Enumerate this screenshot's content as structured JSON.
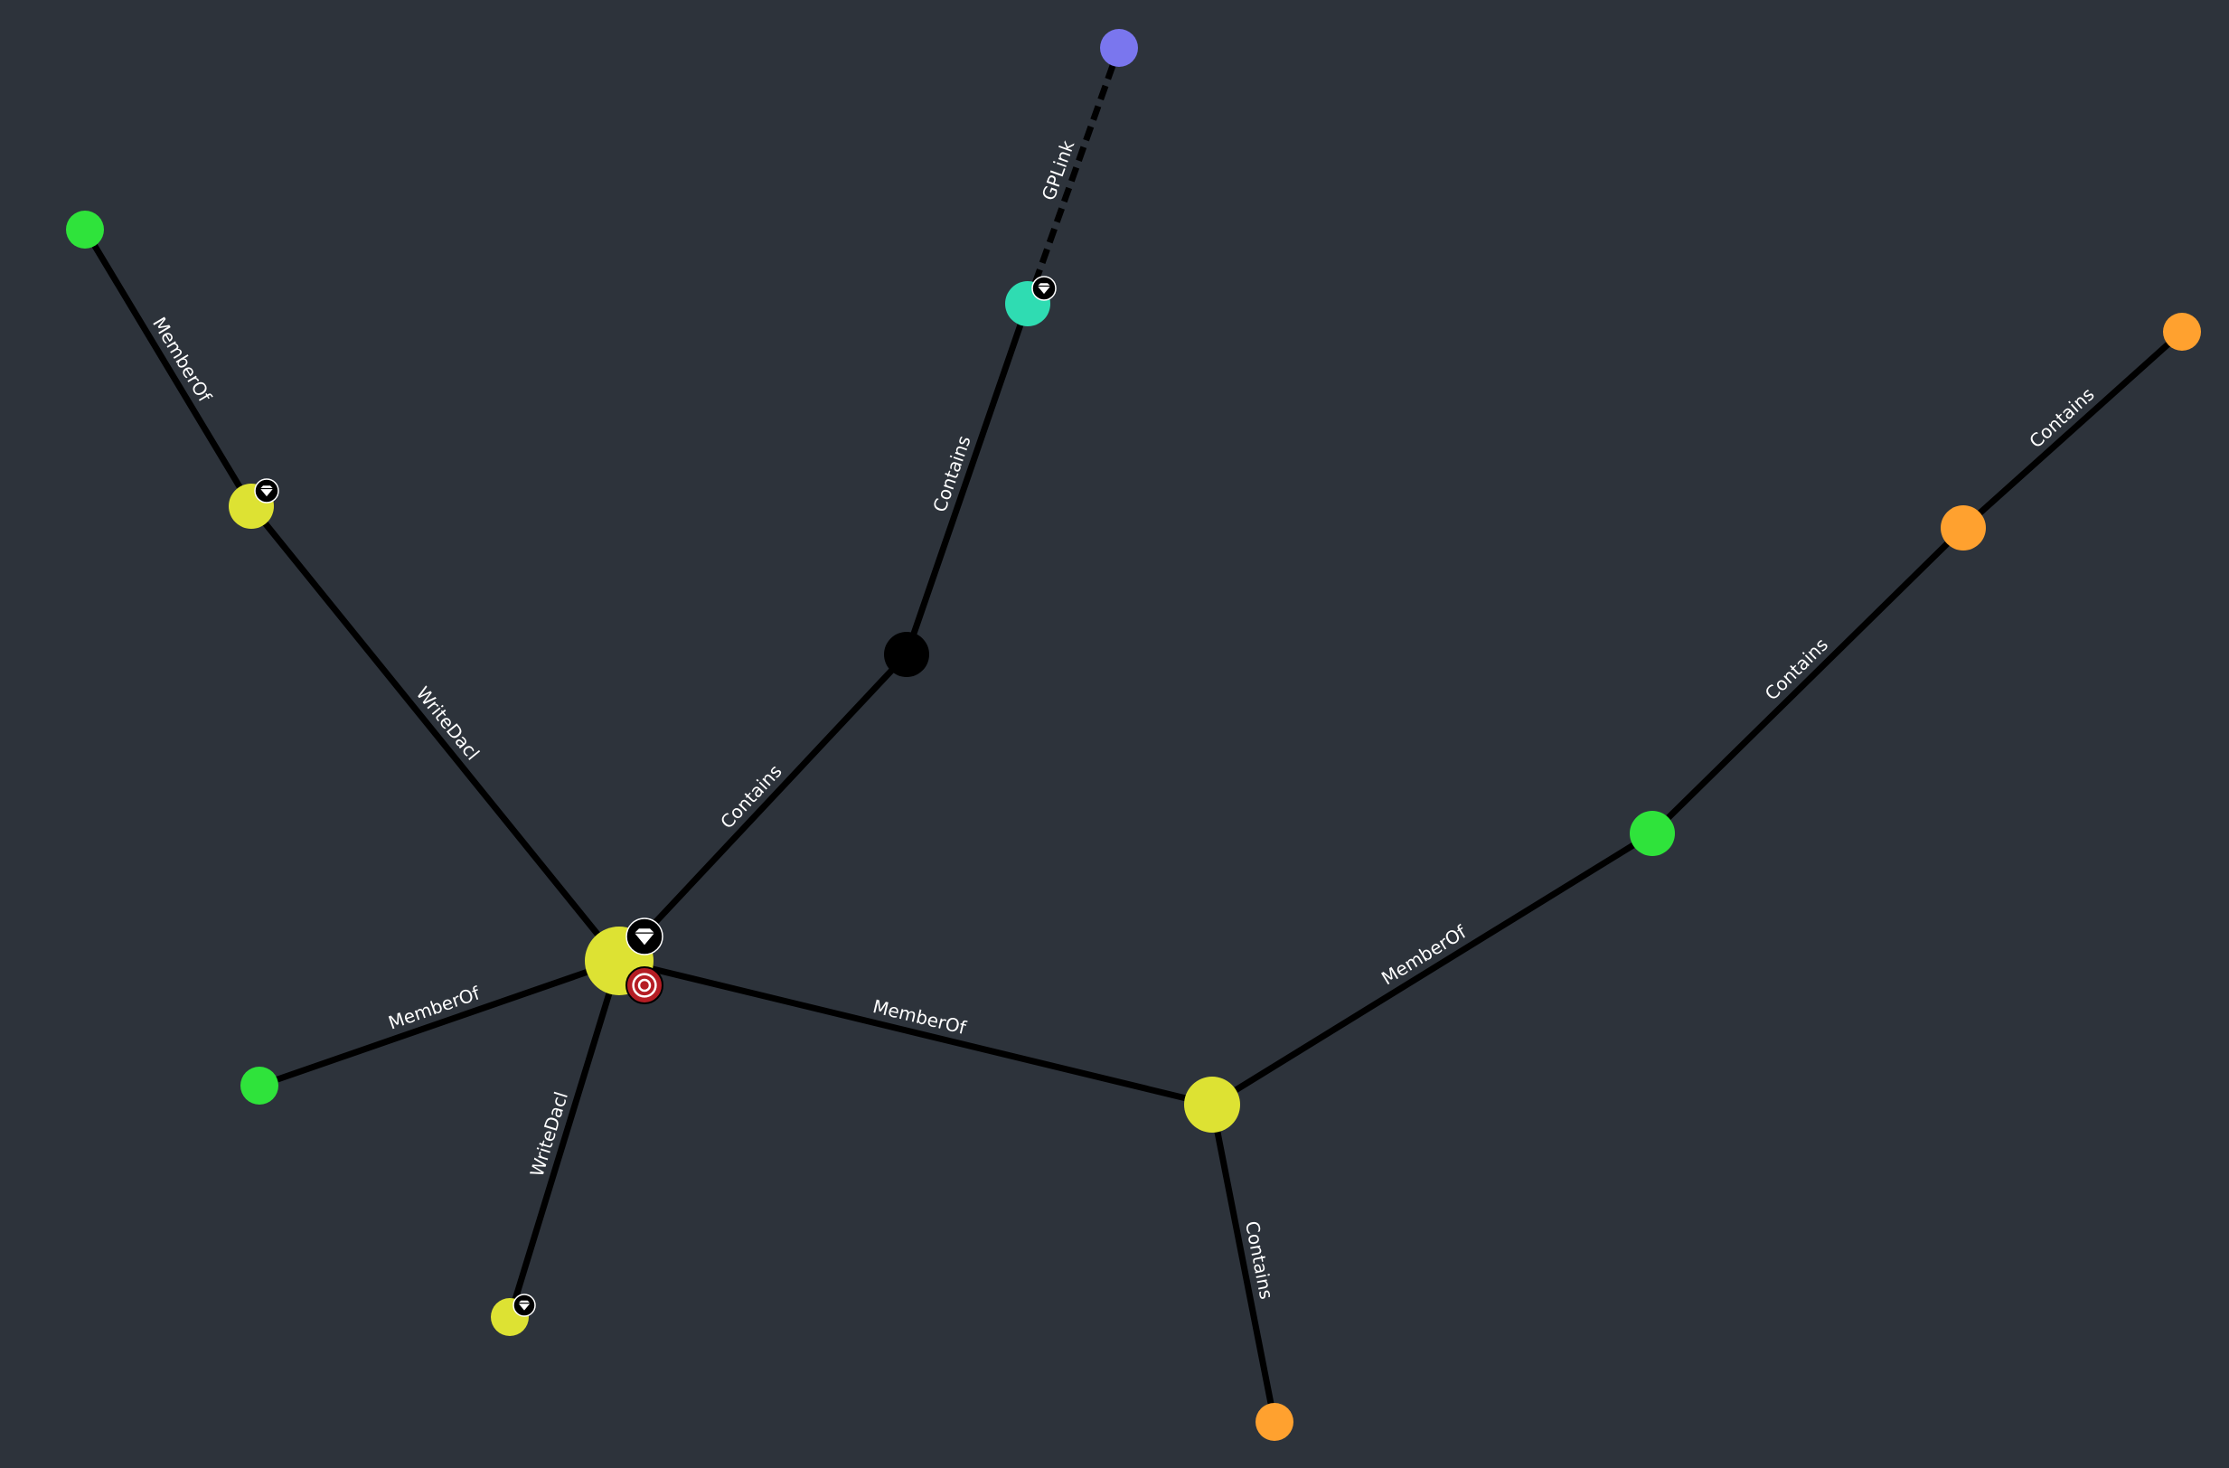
{
  "colors": {
    "background": "#2d333b",
    "edge": "#000000",
    "label": "#ffffff",
    "group": "#dde233",
    "user": "#2fe33b",
    "ou": "#ffa12f",
    "gpo": "#7a76ee",
    "container": "#2fdcb2",
    "domain": "#000000",
    "badge_bg": "#000000",
    "badge_fg": "#ffffff",
    "target_bg": "#b51d24"
  },
  "nodes": [
    {
      "id": "n_gpo",
      "type": "gpo",
      "badges": []
    },
    {
      "id": "n_user_tl",
      "type": "user",
      "badges": []
    },
    {
      "id": "n_container",
      "type": "container",
      "badges": [
        "highvalue-icon"
      ]
    },
    {
      "id": "n_ou_tr",
      "type": "ou",
      "badges": []
    },
    {
      "id": "n_group_left",
      "type": "group",
      "badges": [
        "highvalue-icon"
      ]
    },
    {
      "id": "n_ou_right",
      "type": "ou",
      "badges": []
    },
    {
      "id": "n_domain",
      "type": "domain",
      "badges": []
    },
    {
      "id": "n_user_right",
      "type": "user",
      "badges": []
    },
    {
      "id": "n_group_center",
      "type": "group",
      "badges": [
        "highvalue-icon",
        "target-icon"
      ]
    },
    {
      "id": "n_user_bl",
      "type": "user",
      "badges": []
    },
    {
      "id": "n_group_right",
      "type": "group",
      "badges": []
    },
    {
      "id": "n_group_bottom",
      "type": "group",
      "badges": [
        "highvalue-icon"
      ]
    },
    {
      "id": "n_ou_bottom",
      "type": "ou",
      "badges": []
    }
  ],
  "edges": [
    {
      "from": "n_container",
      "to": "n_gpo",
      "label": "GPLink",
      "dashed": true
    },
    {
      "from": "n_group_left",
      "to": "n_user_tl",
      "label": "MemberOf",
      "dashed": false
    },
    {
      "from": "n_domain",
      "to": "n_container",
      "label": "Contains",
      "dashed": false
    },
    {
      "from": "n_ou_right",
      "to": "n_ou_tr",
      "label": "Contains",
      "dashed": false
    },
    {
      "from": "n_group_center",
      "to": "n_group_left",
      "label": "WriteDacl",
      "dashed": false
    },
    {
      "from": "n_user_right",
      "to": "n_ou_right",
      "label": "Contains",
      "dashed": false
    },
    {
      "from": "n_group_center",
      "to": "n_domain",
      "label": "Contains",
      "dashed": false
    },
    {
      "from": "n_group_right",
      "to": "n_user_right",
      "label": "MemberOf",
      "dashed": false
    },
    {
      "from": "n_group_center",
      "to": "n_user_bl",
      "label": "MemberOf",
      "dashed": false
    },
    {
      "from": "n_group_center",
      "to": "n_group_right",
      "label": "MemberOf",
      "dashed": false
    },
    {
      "from": "n_group_center",
      "to": "n_group_bottom",
      "label": "WriteDacl",
      "dashed": false
    },
    {
      "from": "n_group_right",
      "to": "n_ou_bottom",
      "label": "Contains",
      "dashed": false
    }
  ]
}
